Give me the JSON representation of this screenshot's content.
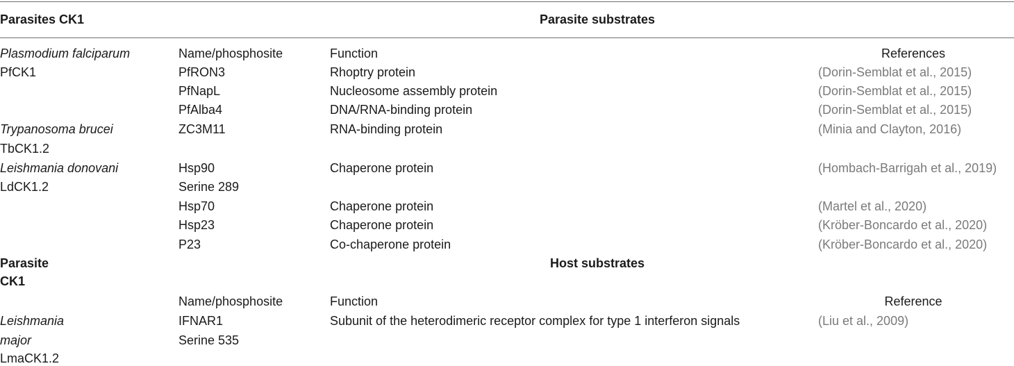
{
  "header": {
    "col1": "Parasites CK1",
    "col2": "Parasite substrates"
  },
  "subheader": {
    "name": "Name/phosphosite",
    "function": "Function",
    "references": "References"
  },
  "rows": [
    {
      "c0": "Plasmodium falciparum",
      "c0_italic": true
    },
    {
      "c0": "PfCK1",
      "name": "PfRON3",
      "function": "Rhoptry protein",
      "ref": "Dorin-Semblat et al., 2015"
    },
    {
      "name": "PfNapL",
      "function": "Nucleosome assembly protein",
      "ref": "Dorin-Semblat et al., 2015"
    },
    {
      "name": "PfAlba4",
      "function": "DNA/RNA-binding protein",
      "ref": "Dorin-Semblat et al., 2015"
    },
    {
      "c0": "Trypanosoma brucei",
      "name": "ZC3M11",
      "function": "RNA-binding protein",
      "ref": "Minia and Clayton, 2016"
    },
    {
      "c0": "TbCK1.2"
    },
    {
      "c0": "Leishmania donovani",
      "name": "Hsp90",
      "function": "Chaperone protein",
      "ref": "Hombach-Barrigah et al., 2019"
    },
    {
      "c0": "LdCK1.2",
      "name": "Serine 289"
    },
    {
      "name": "Hsp70",
      "function": "Chaperone protein",
      "ref": "Martel et al., 2020"
    },
    {
      "name": "Hsp23",
      "function": "Chaperone protein",
      "ref": "Kröber-Boncardo et al., 2020"
    },
    {
      "name": "P23",
      "function": "Co-chaperone protein",
      "ref": "Kröber-Boncardo et al., 2020"
    }
  ],
  "host_header": {
    "col1_line1": "Parasite",
    "col1_line2": "CK1",
    "col2": "Host substrates"
  },
  "host_subheader": {
    "name": "Name/phosphosite",
    "function": "Function",
    "reference": "Reference"
  },
  "host_rows": {
    "c0_line1": "Leishmania",
    "c0_line2": "major",
    "c0_line3": "LmaCK1.2",
    "name": "IFNAR1",
    "site": "Serine 535",
    "function": "Subunit of the heterodimeric receptor complex for type 1 interferon signals",
    "ref": "Liu et al., 2009"
  }
}
